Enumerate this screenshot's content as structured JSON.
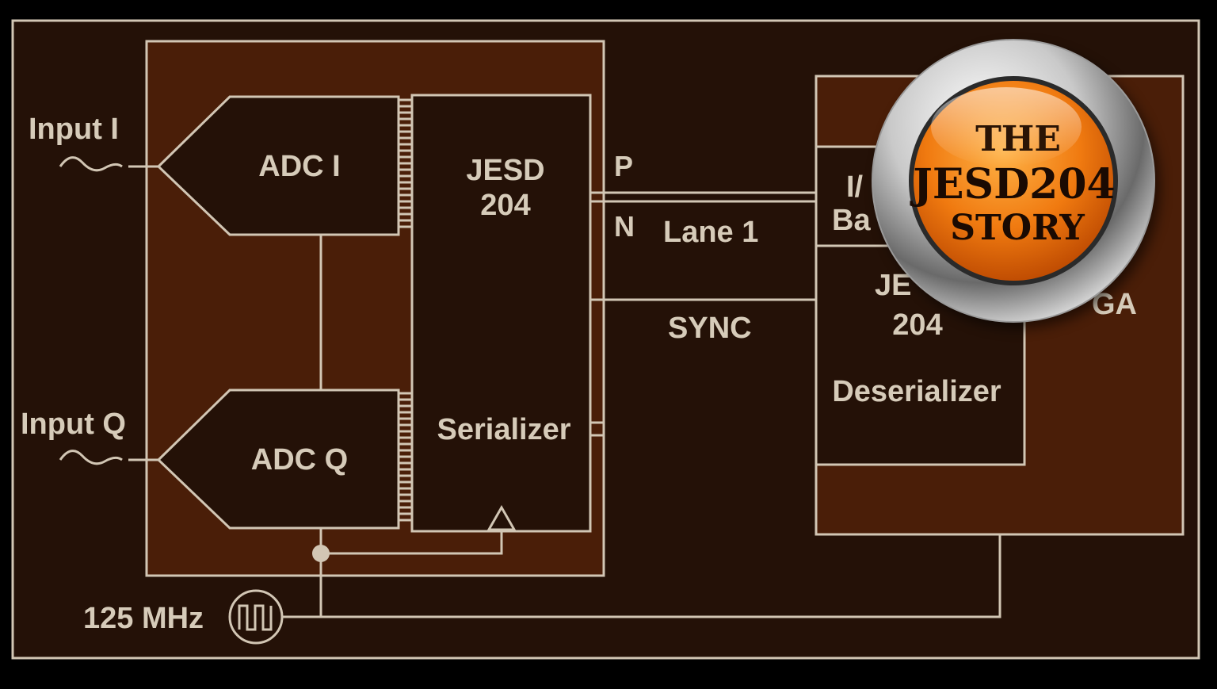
{
  "colors": {
    "background": "#000000",
    "panel": "#241107",
    "chip": "#4a1e08",
    "block": "#241107",
    "line": "#d2c6b4",
    "text": "#d6cbb9",
    "badge_orange": "#f07a10",
    "badge_chrome": "#cfcfcf"
  },
  "labels": {
    "input_i": "Input I",
    "input_q": "Input Q",
    "adc_i": "ADC I",
    "adc_q": "ADC Q",
    "jesd_tx_line1": "JESD",
    "jesd_tx_line2": "204",
    "serializer": "Serializer",
    "p": "P",
    "n": "N",
    "lane": "Lane 1",
    "sync": "SYNC",
    "rx_bank_line1": "I/",
    "rx_bank_line2": "Ba",
    "rx_jesd_line1": "JE",
    "rx_jesd_line2": "204",
    "deserializer": "Deserializer",
    "fpga_partial": "GA",
    "clock": "125 MHz"
  },
  "badge": {
    "line1": "THE",
    "line2": "JESD204",
    "line3": "STORY"
  },
  "icons": {
    "sine": "sine-wave-icon",
    "clock": "square-wave-clock-icon"
  }
}
